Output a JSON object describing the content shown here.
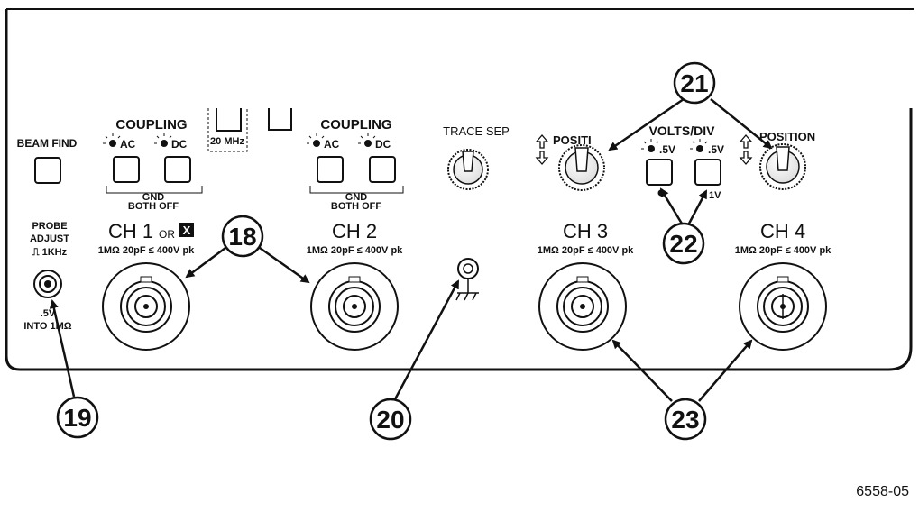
{
  "panel": {
    "beam_find": "BEAM FIND",
    "coupling_label": "COUPLING",
    "ac": "AC",
    "dc": "DC",
    "gnd": "GND",
    "both_off": "BOTH OFF",
    "bw_20mhz": "20 MHz",
    "trace_sep": "TRACE SEP",
    "position": "POSITION",
    "position_partial": "POSITI",
    "volts_div": "VOLTS/DIV",
    "v5": ".5V",
    "v1": "1V",
    "probe_adjust_1": "PROBE",
    "probe_adjust_2": "ADJUST",
    "probe_adjust_3": "⎍ 1KHz",
    "probe_out_1": ".5V",
    "probe_out_2": "INTO 1MΩ",
    "ch1_main": "CH 1",
    "ch1_or": "OR",
    "ch1_x": "X",
    "ch2": "CH 2",
    "ch3": "CH 3",
    "ch4": "CH 4",
    "input_spec": "1MΩ 20pF ≤ 400V pk"
  },
  "callouts": {
    "c18": "18",
    "c19": "19",
    "c20": "20",
    "c21": "21",
    "c22": "22",
    "c23": "23"
  },
  "figure_id": "6558-05"
}
